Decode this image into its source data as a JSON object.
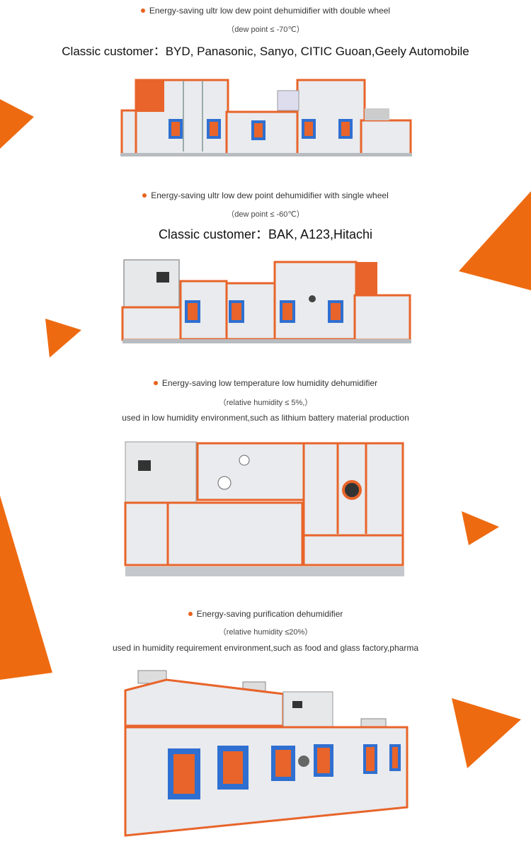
{
  "colors": {
    "accent": "#ee6a10",
    "machine_orange": "#e8642a",
    "panel": "#e9ebee",
    "frame_blue": "#2f6fd1"
  },
  "sections": [
    {
      "bullet": "Energy-saving ultr low dew point dehumidifier with double wheel",
      "line2": "（dew point ≤ -70℃）",
      "customer": "Classic customer：BYD, Panasonic, Sanyo, CITIC Guoan,Geely Automobile"
    },
    {
      "bullet": "Energy-saving ultr low dew point dehumidifier with single wheel",
      "line2": "（dew point ≤ -60℃）",
      "customer": "Classic customer：BAK, A123,Hitachi"
    },
    {
      "bullet": "Energy-saving low temperature low humidity dehumidifier",
      "line2": "（relative humidity ≤ 5%,）",
      "line3": "used in low humidity environment,such as lithium battery material production"
    },
    {
      "bullet": "Energy-saving purification dehumidifier",
      "line2": "（relative humidity ≤20%）",
      "line3": "used in humidity requirement environment,such as food and glass factory,pharma"
    }
  ]
}
